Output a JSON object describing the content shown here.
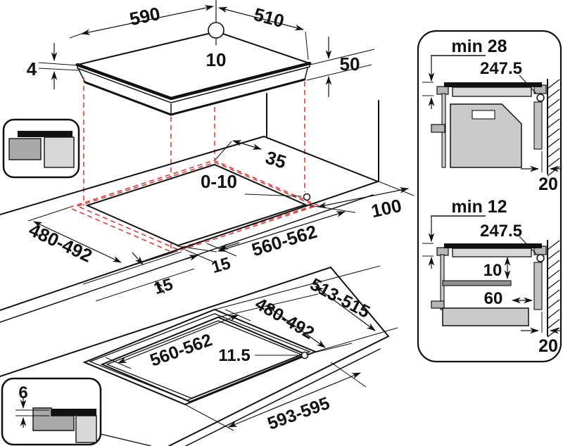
{
  "title": "Hob installation dimensions diagram",
  "colors": {
    "line": "#111111",
    "red_dashed": "#e03131",
    "gray_light": "#d8d8d8",
    "gray_mid": "#a8a8a8",
    "gray_box": "#c9c9c9",
    "gray_dark": "#8f8f8f"
  },
  "top_view": {
    "width": "590",
    "depth": "510",
    "hole_offset": "10",
    "glass_thickness": "4",
    "body_height": "50"
  },
  "middle_view": {
    "rear_clearance": "35",
    "hole_play": "0-10",
    "right_clearance": "100",
    "cutout_depth": "480-492",
    "cutout_width": "560-562",
    "inset_left": "15",
    "inset_front": "15"
  },
  "bottom_view": {
    "outer_depth": "513-515",
    "cutout_depth": "480-492",
    "cutout_width": "560-562",
    "ledge": "11.5",
    "outer_width": "593-595",
    "recess_depth": "6"
  },
  "right_panel": {
    "oven_section": {
      "min_thickness": "min 28",
      "hole_distance": "247.5",
      "wall_gap": "20"
    },
    "drawer_section": {
      "min_thickness": "min 12",
      "hole_distance": "247.5",
      "gap_below": "10",
      "drawer_clearance": "60",
      "wall_gap": "20"
    }
  }
}
